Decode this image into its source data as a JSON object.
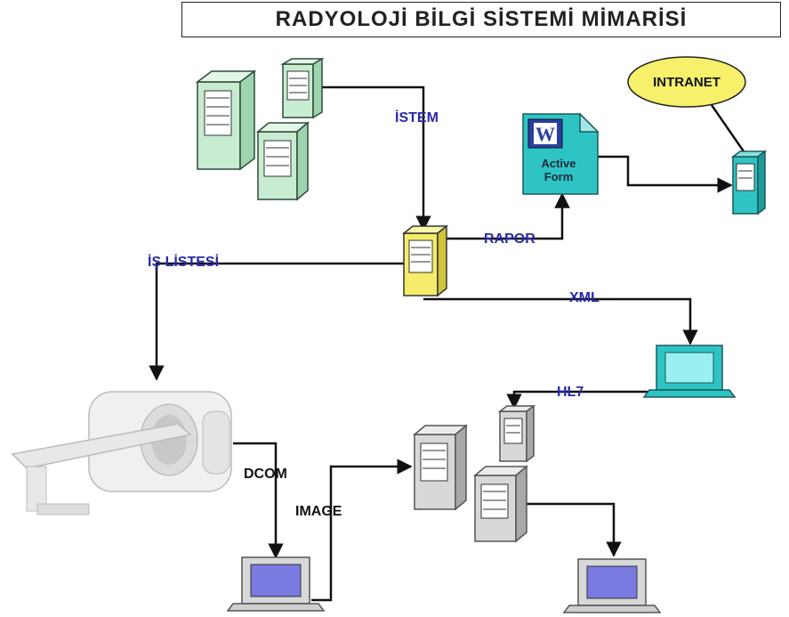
{
  "title": "RADYOLOJİ BİLGİ SİSTEMİ MİMARİSİ",
  "labels": {
    "istem": "İSTEM",
    "rapor": "RAPOR",
    "is_listesi": "İŞ LİSTESİ",
    "xml": "XML",
    "hl7": "HL7",
    "dcom": "DCOM",
    "image": "IMAGE"
  },
  "nodes": {
    "intranet": "INTRANET",
    "active_form_line1": "Active",
    "active_form_line2": "Form",
    "word_icon_letter": "W"
  },
  "colors": {
    "label_blue": "#2a2aa8",
    "server_green": "#c8ecd2",
    "server_yellow": "#f4ec6a",
    "teal": "#2ec4c4",
    "intranet_yellow": "#f6f06a",
    "gray_server": "#d8d8d8",
    "monitor_screen": "#7a7ae0"
  }
}
